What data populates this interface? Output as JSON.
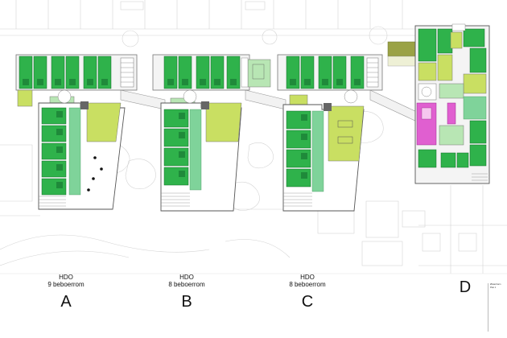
{
  "colors": {
    "room_green": "#2fb24b",
    "room_dark_green": "#1f8a3a",
    "corridor_green": "#7fd39a",
    "common_lime": "#c9df62",
    "pale_green": "#b8e6b4",
    "magenta": "#e05fd0",
    "olive": "#9aa245",
    "linework": "#9a9a9a",
    "ground": "#dcdcdc"
  },
  "wings": [
    {
      "id": "A",
      "type": "HDO",
      "rooms": "9 beboerrom",
      "letter": "A"
    },
    {
      "id": "B",
      "type": "HDO",
      "rooms": "8 beboerrom",
      "letter": "B"
    },
    {
      "id": "C",
      "type": "HDO",
      "rooms": "8 beboerrom",
      "letter": "C"
    },
    {
      "id": "D",
      "type": "",
      "rooms": "",
      "letter": "D"
    }
  ],
  "title_block": {
    "lines": [
      "Ølstad barn",
      "",
      "",
      "Plan 1"
    ]
  }
}
